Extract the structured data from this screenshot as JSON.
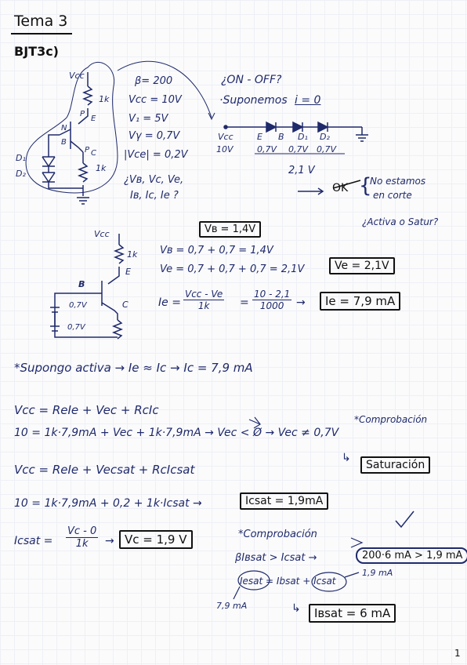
{
  "header": {
    "title": "Tema 3",
    "subtitle": "BJT3c)"
  },
  "circuit1": {
    "vcc": "Vcc",
    "r_top": "1k",
    "r_bottom": "1k",
    "p_top": "P",
    "e_label": "E",
    "n_label": "N",
    "b_label": "B",
    "p_bottom": "P",
    "c_label": "C",
    "d1": "D₁",
    "d2": "D₂"
  },
  "given": [
    "β= 200",
    "Vcc = 10V",
    "V₁ = 5V",
    "Vγ = 0,7V",
    "|Vce| = 0,2V",
    "¿Vʙ, Vc, Ve,",
    "Iʙ, Ic, Ie ?"
  ],
  "onoff": {
    "question": "¿ON - OFF?",
    "suppose": "·Suponemos",
    "i_zero": "i = 0",
    "labels": [
      "Vcc",
      "E",
      "B",
      "D₁",
      "D₂"
    ],
    "values": [
      "10V",
      "0,7V",
      "0,7V",
      "0,7V"
    ],
    "sum": "2,1 V",
    "ok": "OK",
    "note1": "No estamos",
    "note2": "en corte",
    "question2": "¿Activa o Satur?"
  },
  "circuit2": {
    "vcc": "Vcc",
    "r": "1k",
    "e": "E",
    "b": "B",
    "c": "C",
    "v1": "0,7V",
    "v2": "0,7V"
  },
  "vb_box": "Vʙ = 1,4V",
  "eq_vb": "Vʙ = 0,7 + 0,7 = 1,4V",
  "eq_ve": "Ve = 0,7 + 0,7 + 0,7 = 2,1V",
  "ve_box": "Ve = 2,1V",
  "ie": {
    "lhs": "Ie =",
    "num1": "Vcc - Ve",
    "den1": "1k",
    "num2": "10 - 2,1",
    "den2": "1000",
    "box": "Ie = 7,9 mA"
  },
  "assume": "*Supongo activa → Ie ≈ Ic → Ic = 7,9 mA",
  "kvl1": "Vcc = ReIe + Vec + RcIc",
  "kvl2": "10 = 1k·7,9mA + Vec + 1k·7,9mA → Vec < Ø → Vec ≠ 0,7V",
  "comprobacion1": "*Comprobación",
  "saturacion": "Saturación",
  "kvl3": "Vcc = ReIe + Vecsat + RcIcsat",
  "kvl4": "10 = 1k·7,9mA + 0,2 + 1k·Icsat →",
  "icsat_box": "Icsat = 1,9mA",
  "icsat_eq": {
    "lhs": "Icsat =",
    "num": "Vc - 0",
    "den": "1k",
    "box": "Vc = 1,9 V"
  },
  "comprobacion2": "*Comprobación",
  "beta_ineq": "βIʙsat > Icsat →",
  "beta_box": "200·6 mA > 1,9 mA",
  "current_sum": "Iesat = Ibsat + Icsat",
  "v19": "1,9 mA",
  "v79": "7,9 mA",
  "ibsat_box": "Iʙsat = 6 mA",
  "page_number": "1"
}
